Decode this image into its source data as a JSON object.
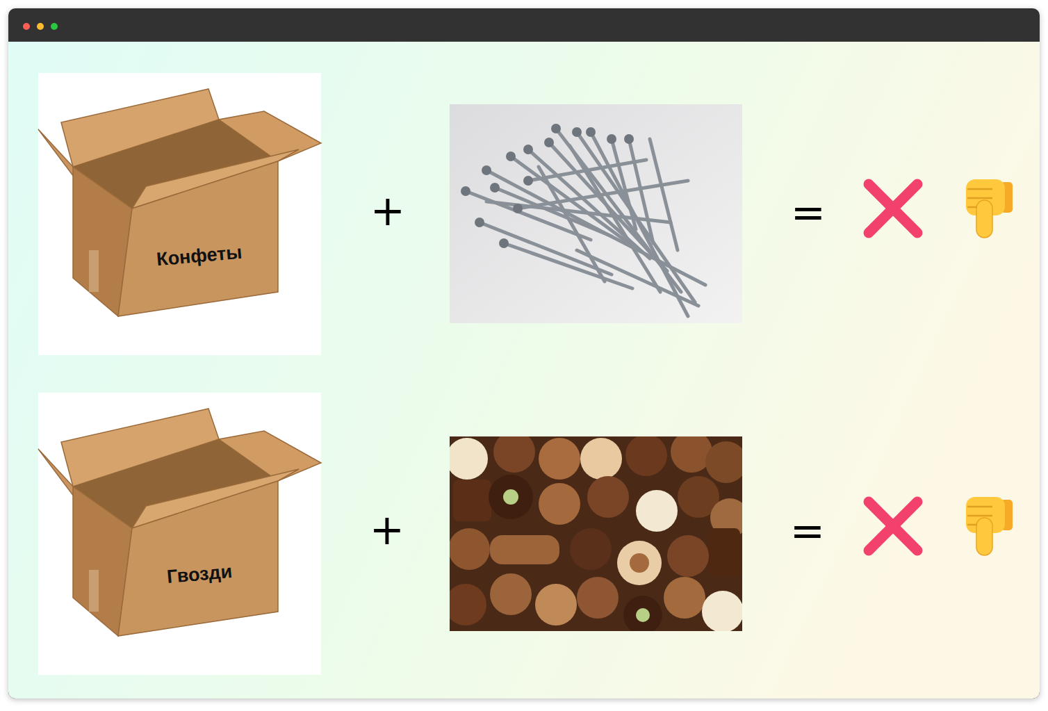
{
  "diagram": {
    "nodes": [
      {
        "text": [
          "Конфеты"
        ]
      },
      {
        "text": [
          "Гвозди"
        ]
      }
    ],
    "labels": [
      "+",
      "=",
      "+",
      "="
    ]
  }
}
